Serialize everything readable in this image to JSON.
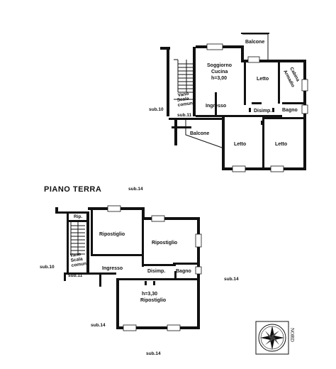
{
  "upper_floor": {
    "balcone_top": "Balcone",
    "soggiorno": "Soggiorno",
    "cucina": "Cucina",
    "height": "h=3,00",
    "letto_right_top": "Letto",
    "cabina": "Cabina",
    "armadio": "Armadio",
    "vano": "Vano",
    "scala": "Scala",
    "comune": "comune",
    "ingresso": "Ingresso",
    "disimp": "Disimp.",
    "bagno": "Bagno",
    "sub10": "sub.10",
    "sub11": "sub.11",
    "balcone_bottom": "Balcone",
    "letto_left": "Letto",
    "letto_right": "Letto"
  },
  "caption": {
    "title": "PIANO TERRA",
    "sub14": "sub.14"
  },
  "ground_floor": {
    "rip": "Rip.",
    "ripostiglio_left": "Ripostiglio",
    "ripostiglio_right": "Ripostiglio",
    "vano": "Vano",
    "scala": "Scala",
    "comune": "comune",
    "sub10": "sub.10",
    "ingresso": "Ingresso",
    "disimp": "Disimp.",
    "bagno": "Bagno",
    "sub11": "sub.11",
    "sub14_right": "sub.14",
    "height": "h=3,30",
    "ripostiglio_big": "Ripostiglio",
    "sub14_left": "sub.14",
    "sub14_bottom": "sub.14"
  },
  "compass": {
    "label": "NORD"
  }
}
